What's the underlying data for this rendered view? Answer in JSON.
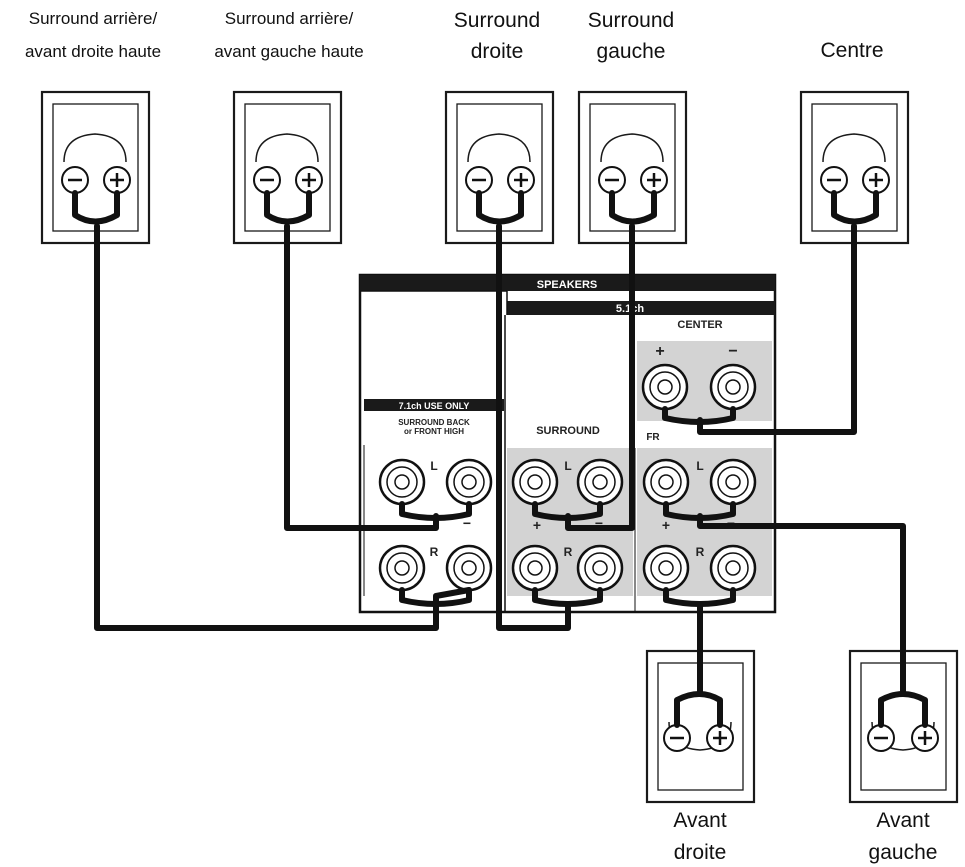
{
  "speakers": {
    "back_right": [
      "Surround arrière/",
      "avant droite haute"
    ],
    "back_left": [
      "Surround arrière/",
      "avant gauche haute"
    ],
    "surround_right": [
      "Surround",
      "droite"
    ],
    "surround_left": [
      "Surround",
      "gauche"
    ],
    "center": [
      "Centre"
    ],
    "front_right": [
      "Avant",
      "droite"
    ],
    "front_left": [
      "Avant",
      "gauche"
    ]
  },
  "panel": {
    "header": "SPEAKERS",
    "sub_header": "5.1ch",
    "center": "CENTER",
    "back_title": "7.1ch USE ONLY",
    "back_label_1": "SURROUND BACK",
    "back_label_2": "or FRONT HIGH",
    "surround": "SURROUND",
    "front": "FRONT",
    "fr_partial": "FR",
    "plus": "+",
    "minus": "−",
    "L": "L",
    "R": "R"
  },
  "icons": {
    "minus_terminal": "minus-terminal-icon",
    "plus_terminal": "plus-terminal-icon",
    "binding_post": "binding-post-icon"
  }
}
